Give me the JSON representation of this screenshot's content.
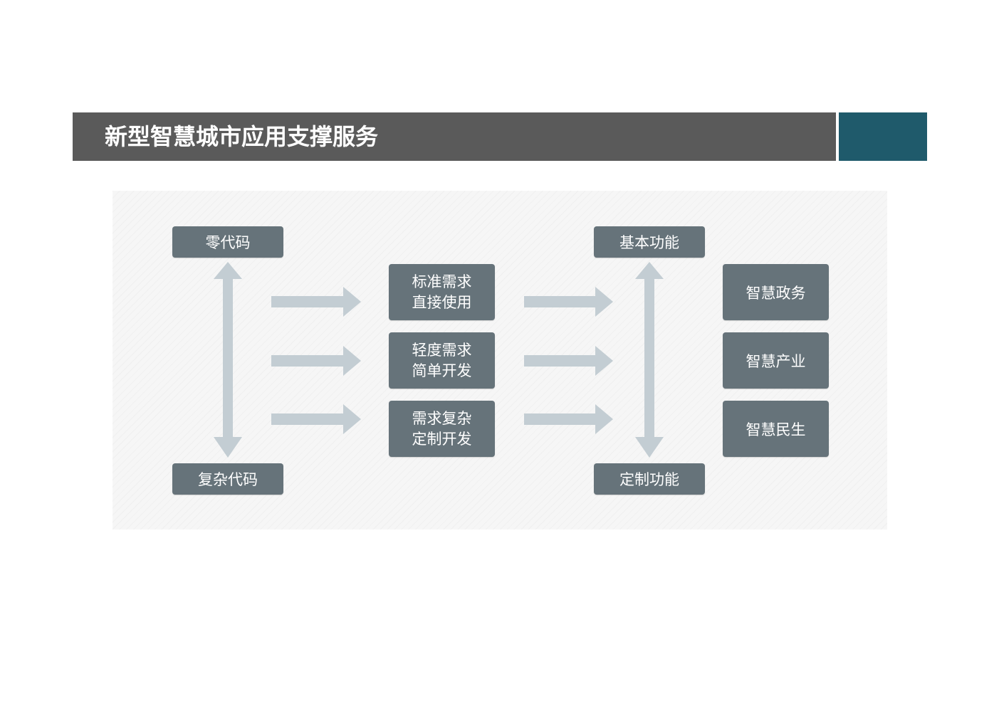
{
  "header": {
    "title": "新型智慧城市应用支撑服务"
  },
  "diagram": {
    "left_axis": {
      "top": "零代码",
      "bottom": "复杂代码"
    },
    "middle_steps": [
      {
        "line1": "标准需求",
        "line2": "直接使用"
      },
      {
        "line1": "轻度需求",
        "line2": "简单开发"
      },
      {
        "line1": "需求复杂",
        "line2": "定制开发"
      }
    ],
    "right_axis": {
      "top": "基本功能",
      "bottom": "定制功能"
    },
    "outcomes": [
      "智慧政务",
      "智慧产业",
      "智慧民生"
    ]
  },
  "colors": {
    "title_bar": "#5a5a5a",
    "title_accent": "#1f5a6b",
    "box": "#66737a",
    "arrow": "#c3cdd3",
    "panel": "#f6f6f6"
  }
}
